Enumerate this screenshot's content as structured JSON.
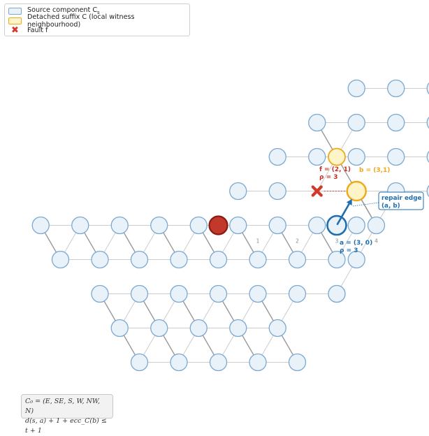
{
  "legend": {
    "source_label": "Source component C",
    "source_sub": "s",
    "detached_label": "Detached suffix C (local witness neighbourhood)",
    "fault_label": "Fault f"
  },
  "annotations": {
    "fault": [
      "f = (2, 1)",
      "ρ = 3"
    ],
    "b": "b = (3,1)",
    "repair": [
      "repair edge",
      "(a, b)"
    ],
    "a": [
      "a = (3, 0)",
      "ρ = 3"
    ],
    "axis_ticks": [
      "1",
      "2",
      "3",
      "4"
    ]
  },
  "formula": {
    "line1": "C₀ = (E, SE, S, W, NW, N)",
    "line2": "d(s, a) + 1 + ecc_C(b) ≤ t + 1"
  },
  "colors": {
    "node_fill": "#e9f1f9",
    "node_stroke": "#7ba9d2",
    "source_fill": "#c0392b",
    "source_stroke": "#8b1a12",
    "a_stroke": "#1f6fb0",
    "suffix_fill": "#fdf4c8",
    "suffix_stroke": "#f0a818",
    "fault": "#d0392b",
    "fault_text": "#c62f22",
    "b_text": "#f0a818",
    "a_text": "#1f6fb0",
    "edge_light": "#cccccc",
    "edge_dark": "#999999"
  }
}
